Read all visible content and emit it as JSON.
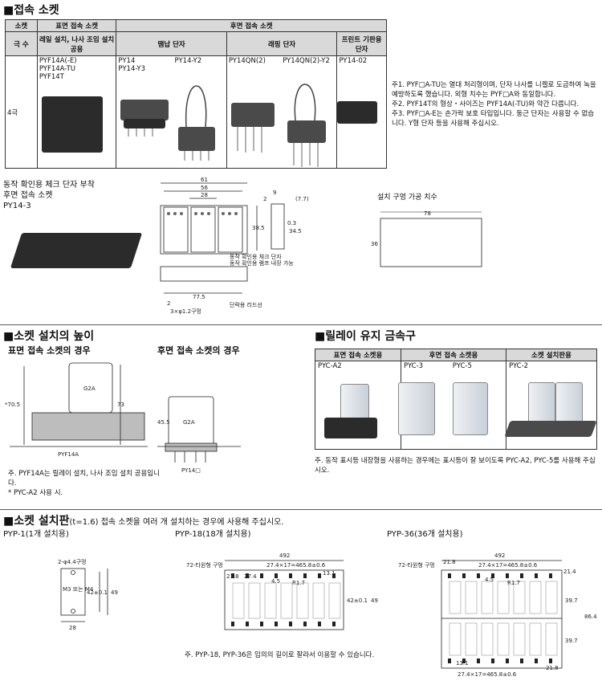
{
  "section_socket": {
    "title": "■접속 소켓",
    "table": {
      "corner_top": "소켓",
      "corner_bottom": "극 수",
      "surface_header": "표면 접속 소켓",
      "rear_header": "후면 접속 소켓",
      "surface_sub": "레일 설치, 나사 조임 설치 공용",
      "col_solder": "땜납 단자",
      "col_wrap": "래핑 단자",
      "col_pcb": "프린트 기판용 단자",
      "row_label": "4극",
      "models": {
        "surface": "PYF14A(-E)\nPYF14A-TU\nPYF14T",
        "solder1": "PY14\nPY14-Y3",
        "solder2": "PY14-Y2",
        "wrap1": "PY14QN(2)",
        "wrap2": "PY14QN(2)-Y2",
        "pcb": "PY14-02"
      }
    },
    "notes": [
      "주1. PYF□A-TU는 열대 처리형이며, 단자 나사를 니켈로 도금하여 녹을 예방하도록 했습니다. 외형 치수는 PYF□A와 동일합니다.",
      "주2. PYF14T의 형상・사이즈는 PYF14A(-TU)와 약간 다릅니다.",
      "주3. PYF□A-E는 손가락 보호 타입입니다. 둥근 단자는 사용할 수 없습니다. Y형 단자 등을 사용해 주십시오."
    ]
  },
  "check_socket": {
    "title_line1": "동작 확인용 체크 단자 부착",
    "title_line2": "후면 접속 소켓",
    "model": "PY14-3",
    "dims": [
      "61",
      "56",
      "28",
      "(7.7)",
      "2",
      "9",
      "38.5",
      "0.3",
      "34.5",
      "77.5",
      "2",
      "3×φ1.2구멍"
    ],
    "callouts": [
      "동작 확인용 체크 단자",
      "동작 확인용 램프 내장 가능",
      "단락용 리드선"
    ],
    "mount_title": "설치 구멍 가공 치수",
    "mount_w": "78",
    "mount_h": "36"
  },
  "height_section": {
    "title": "■소켓 설치의 높이",
    "surface_title": "표면 접속 소켓의 경우",
    "rear_title": "후면 접속 소켓의 경우",
    "relay_label": "G2A",
    "surface_dims": [
      "*70.5",
      "73"
    ],
    "surface_model": "PYF14A",
    "rear_dim": "45.5",
    "rear_model": "PY14□",
    "notes": [
      "주.  PYF14A는 릴레이 설치, 나사 조임 설치 공용입니다.",
      "* PYC-A2 사용 시."
    ]
  },
  "relay_holder": {
    "title": "■릴레이 유지 금속구",
    "cols": [
      "표면 접속 소켓용",
      "후면 접속 소켓용",
      "소켓 설치판용"
    ],
    "items": [
      "PYC-A2",
      "PYC-3",
      "PYC-5",
      "PYC-2"
    ],
    "note": "주.  동작 표시등 내장형을 사용하는 경우에는 표시등이 잘 보이도록 PYC-A2, PYC-5를 사용해 주십시오."
  },
  "plate": {
    "title": "■소켓 설치판",
    "subtitle": "(t=1.6) 접속 소켓을 여러 개 설치하는 경우에 사용해 주십시오.",
    "pyp1": {
      "label": "PYP-1(1개 설치용)",
      "dims": [
        "2-φ4.4구멍",
        "M3 또는 M4",
        "42±0.1",
        "49",
        "28"
      ]
    },
    "pyp18": {
      "label": "PYP-18(18개 설치용)",
      "dims": [
        "492",
        "72-타원형 구멍",
        "21.8",
        "27.4",
        "27.4×17=465.8±0.6",
        "4.5",
        "R1.7",
        "13.1",
        "42±0.1",
        "49"
      ]
    },
    "pyp36": {
      "label": "PYP-36(36개 설치용)",
      "dims": [
        "492",
        "72-타원형 구멍",
        "21.8",
        "27.4×17=465.8±0.6",
        "4.5",
        "R1.7",
        "21.4",
        "39.7",
        "86.4",
        "39.7",
        "13.1",
        "27.4×17=465.8±0.6",
        "21.8"
      ]
    },
    "note": "주.  PYP-18, PYP-36은 임의의 길이로 잘라서 이용할 수 있습니다."
  }
}
